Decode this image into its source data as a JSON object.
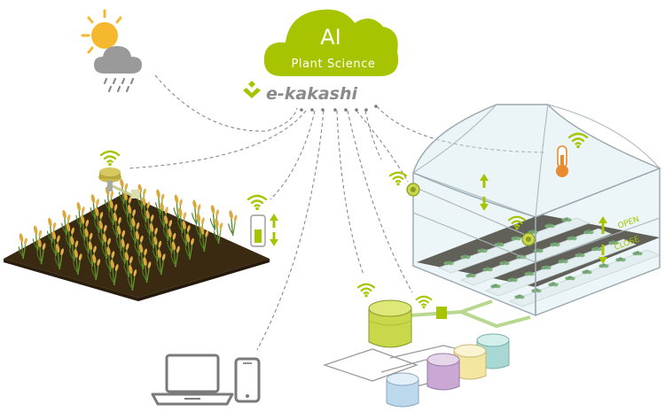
{
  "cloud": {
    "title": "AI",
    "subtitle": "Plant Science"
  },
  "brand": {
    "name": "e-kakashi"
  },
  "greenhouse": {
    "open_label": "OPEN",
    "close_label": "CLOSE"
  },
  "colors": {
    "accent": "#a8c400",
    "dash": "#8a8a8a",
    "soil": "#3b2a12",
    "tank_green": "#c8d84a",
    "tank_purple": "#c9a8d4",
    "tank_yellow": "#f2e6a0",
    "tank_teal": "#a8d8d4",
    "tank_blue": "#bcd8ec"
  },
  "icons": {
    "weather": "sun-behind-rain-cloud-icon",
    "wifi": "wifi-icon",
    "thermometer": "thermometer-icon",
    "laptop": "laptop-icon",
    "phone": "smartphone-icon"
  }
}
